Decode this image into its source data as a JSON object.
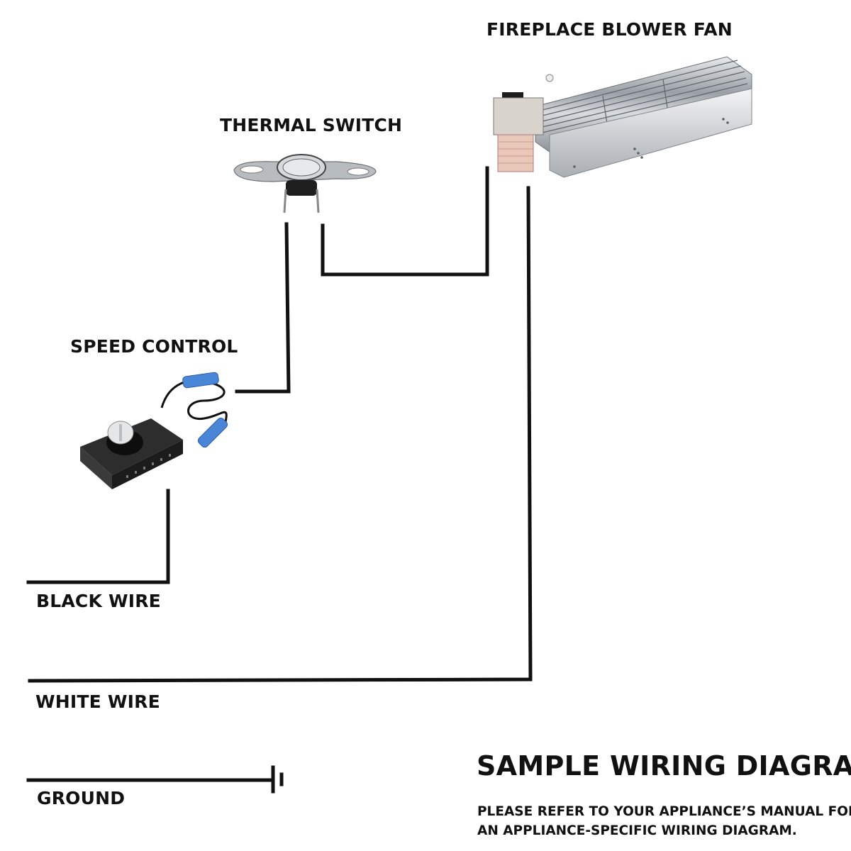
{
  "components": {
    "fan": {
      "label": "FIREPLACE BLOWER FAN",
      "icon": "blower-fan-icon"
    },
    "thermal_switch": {
      "label": "THERMAL SWITCH",
      "icon": "thermal-switch-icon"
    },
    "speed_control": {
      "label": "SPEED CONTROL",
      "icon": "speed-control-icon"
    }
  },
  "wires": {
    "black": "BLACK WIRE",
    "white": "WHITE WIRE",
    "ground": "GROUND"
  },
  "footer": {
    "title": "SAMPLE WIRING DIAGRAM",
    "note_line1": "PLEASE REFER TO YOUR APPLIANCE’S MANUAL FOR",
    "note_line2": "AN APPLIANCE-SPECIFIC WIRING DIAGRAM."
  },
  "colors": {
    "wire": "#111111",
    "connector_blue": "#4a86d8",
    "metal": "#c9cdd2"
  }
}
